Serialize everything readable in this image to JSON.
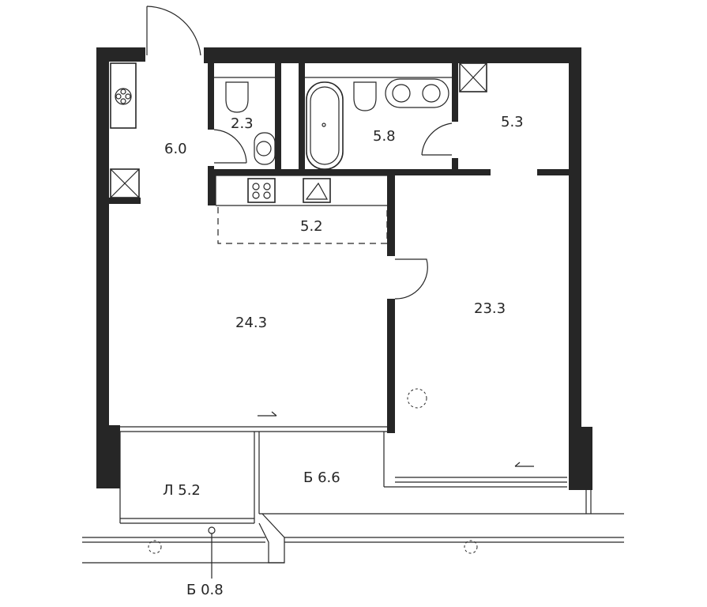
{
  "rooms": {
    "hall": "6.0",
    "wc": "2.3",
    "bathroom": "5.8",
    "storage": "5.3",
    "kitchen": "5.2",
    "living": "24.3",
    "bedroom": "23.3",
    "loggia": "Л 5.2",
    "balcony_large": "Б 6.6",
    "balcony_small": "Б 0.8"
  },
  "fixtures": {
    "ventilation_icon": "fan-icon",
    "shaft_icon": "shaft-cross-icon",
    "stove_icon": "cooktop-icon",
    "sink_icon": "kitchen-sink-icon",
    "bathtub_icon": "bathtub-icon",
    "toilet_icon": "toilet-icon",
    "washbasin_icon": "washbasin-icon"
  },
  "colors": {
    "wall": "#262626",
    "background": "#ffffff"
  }
}
